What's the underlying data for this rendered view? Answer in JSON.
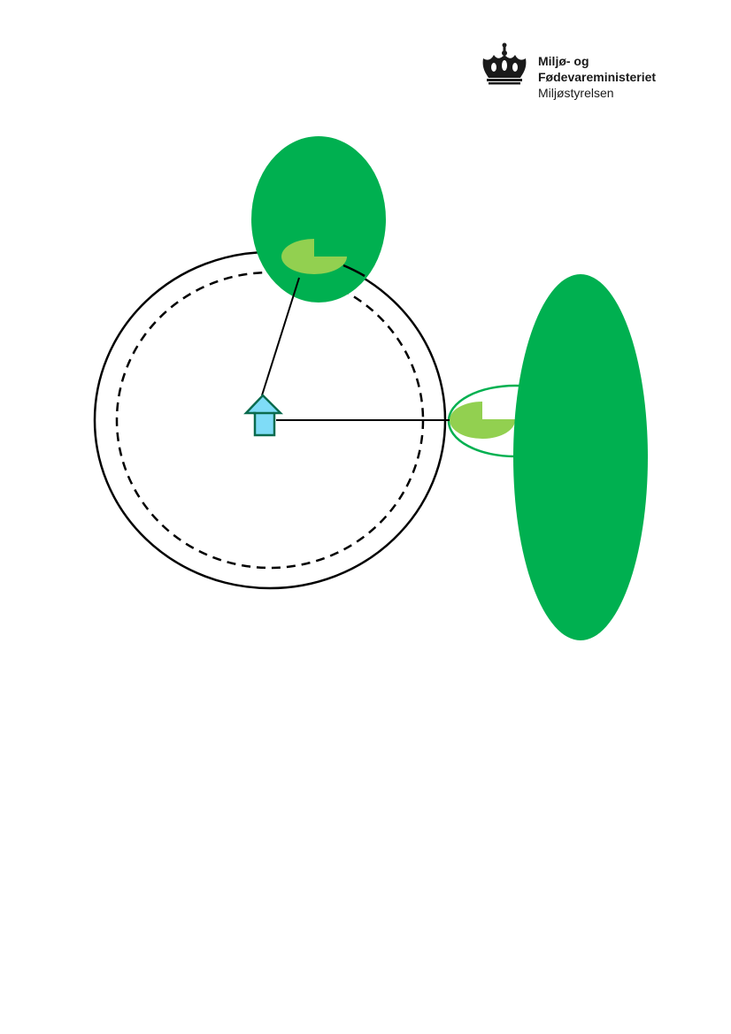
{
  "logo": {
    "line1": "Miljø- og",
    "line2": "Fødevareministeriet",
    "line3": "Miljøstyrelsen",
    "icon": "crown-icon"
  },
  "colors": {
    "tree_green": "#00b050",
    "crown_light_green": "#92d050",
    "building_fill": "#7fdcf7",
    "building_stroke": "#0b6b4e",
    "line": "#000000",
    "text": "#1a1a1a"
  }
}
